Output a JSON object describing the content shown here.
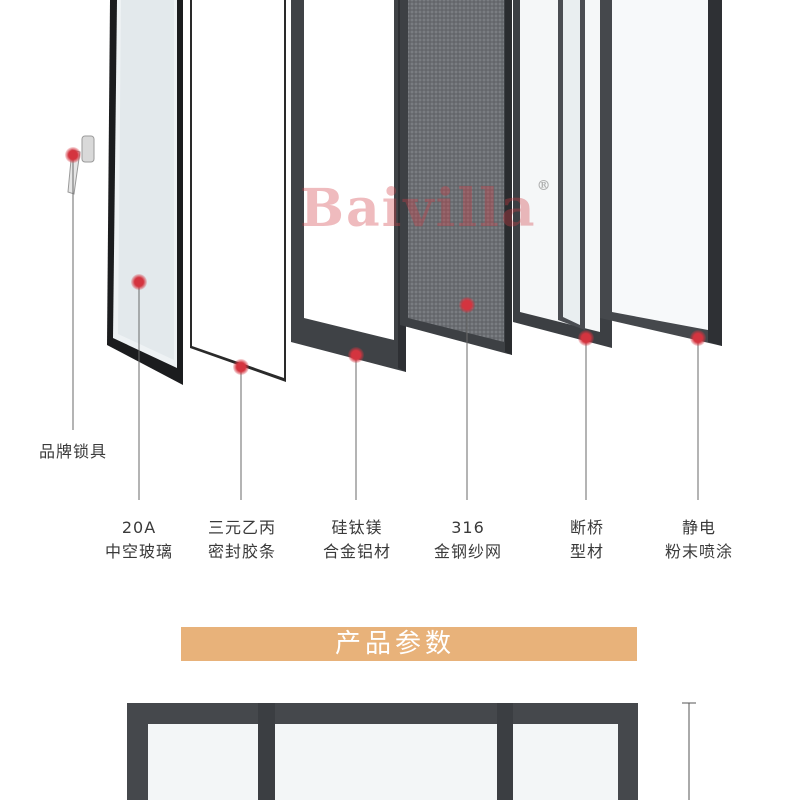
{
  "watermark": {
    "brand": "Baivilla",
    "registered": "®"
  },
  "components": [
    {
      "lines": [
        "品牌锁具"
      ]
    },
    {
      "lines": [
        "20A",
        "中空玻璃"
      ]
    },
    {
      "lines": [
        "三元乙丙",
        "密封胶条"
      ]
    },
    {
      "lines": [
        "硅钛镁",
        "合金铝材"
      ]
    },
    {
      "lines": [
        "316",
        "金钢纱网"
      ]
    },
    {
      "lines": [
        "断桥",
        "型材"
      ]
    },
    {
      "lines": [
        "静电",
        "粉末喷涂"
      ]
    }
  ],
  "banner": {
    "title": "产品参数",
    "left_deco": "/////",
    "right_deco": "\\\\\\\\\\"
  },
  "colors": {
    "accent": "#e8b27a",
    "marker": "#d4343f",
    "frame": "#4a4d52"
  }
}
